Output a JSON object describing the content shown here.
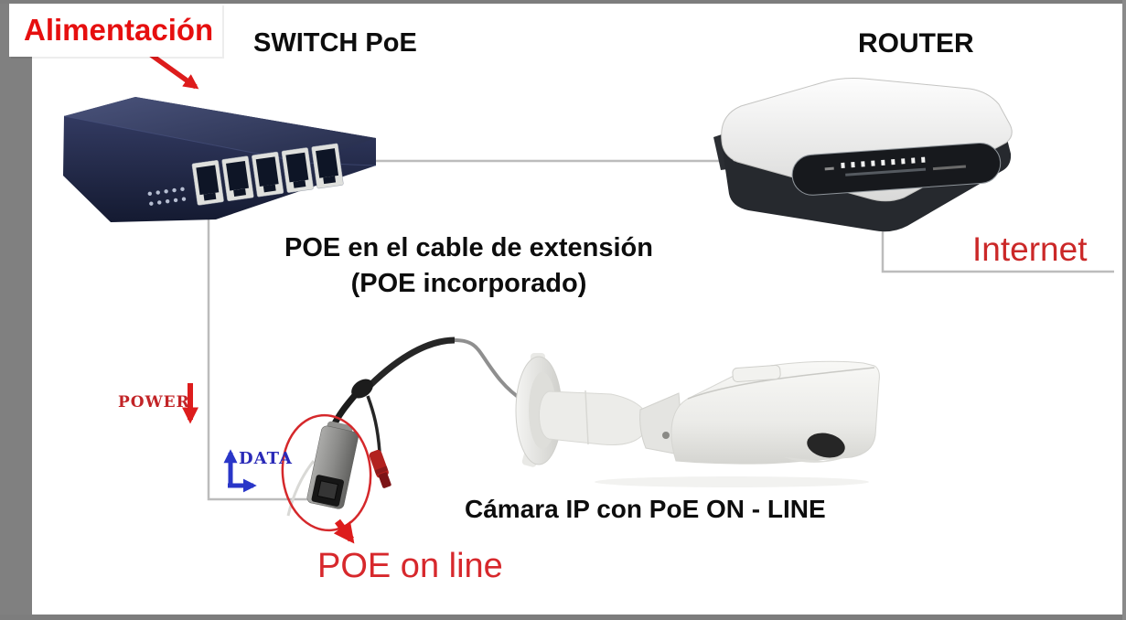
{
  "diagram": {
    "annotations": {
      "power_source_label": "Alimentación",
      "switch_label": "SWITCH PoE",
      "router_label": "ROUTER",
      "internet_label": "Internet",
      "poe_extension_title": "POE en el cable de extensión",
      "poe_extension_subtitle": "(POE incorporado)",
      "power_flow_label": "POWER",
      "data_flow_label": "DATA",
      "poe_online_label": "POE on line",
      "camera_label": "Cámara IP con PoE ON - LINE"
    },
    "devices": [
      {
        "name": "PoE switch",
        "visible_ports": 5
      },
      {
        "name": "Router"
      },
      {
        "name": "IP bullet camera"
      },
      {
        "name": "Inline PoE injector connector"
      }
    ],
    "icons": {
      "power_source_arrow": "red-arrow-down-right-icon",
      "power_flow_arrow": "red-arrow-down-icon",
      "data_flow_arrow": "blue-arrow-up-and-right-icon",
      "poe_online_arrow": "red-arrow-down-right-icon",
      "injector_highlight": "red-ellipse-outline-icon"
    },
    "colors": {
      "label_red": "#e60f0f",
      "annotation_red": "#d5282b",
      "internet_red": "#cb2828",
      "data_blue": "#2a2ab8",
      "connection_line_gray": "#bcbcbc",
      "switch_navy": "#2b3352",
      "frame_gray": "#7d7d7d"
    }
  }
}
